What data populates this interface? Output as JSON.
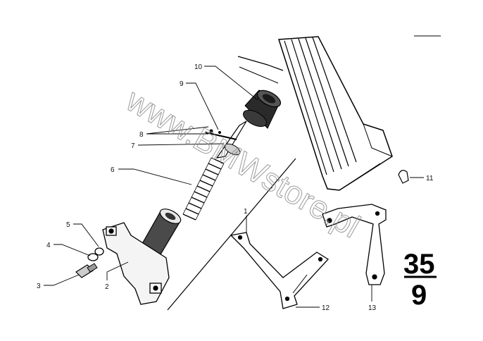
{
  "callouts": [
    "10",
    "9",
    "8",
    "7",
    "6",
    "5",
    "4",
    "3",
    "2",
    "1",
    "11",
    "12",
    "13"
  ],
  "watermark": "www.BMWstore.pl",
  "group_number": {
    "top": "35",
    "bottom": "9"
  }
}
